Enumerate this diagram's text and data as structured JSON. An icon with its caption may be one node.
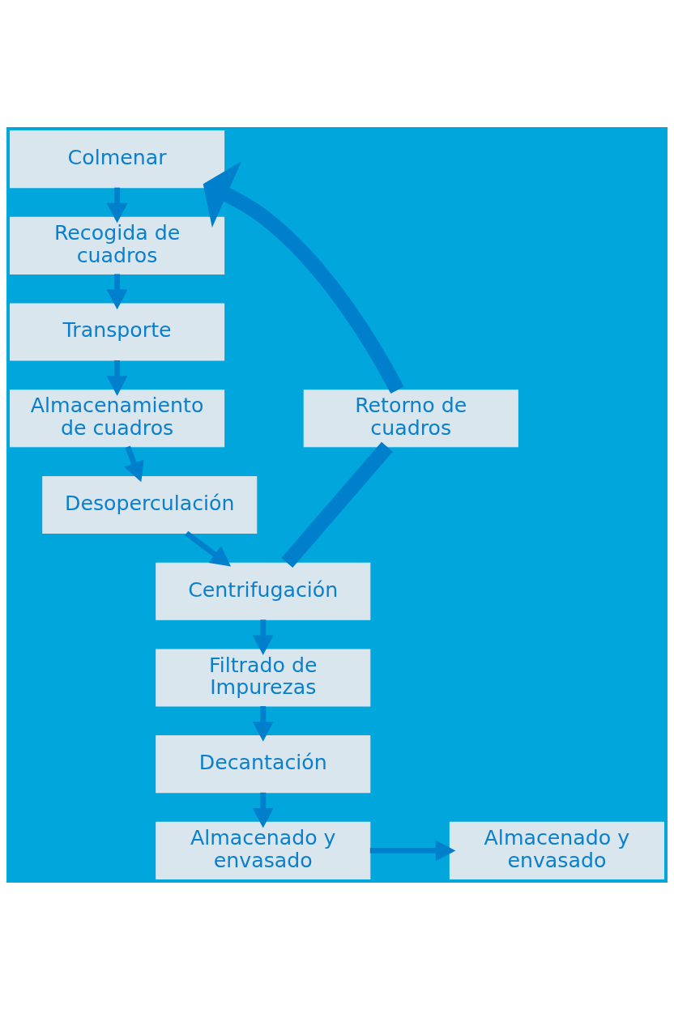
{
  "diagram": {
    "nodes": [
      {
        "text": [
          "Colmenar"
        ]
      },
      {
        "text": [
          "Recogida de cuadros"
        ]
      },
      {
        "text": [
          "Transporte"
        ]
      },
      {
        "text": [
          "Almacenamiento de cuadros"
        ]
      },
      {
        "text": [
          "Desoperculación"
        ]
      },
      {
        "text": [
          "Centrifugación"
        ]
      },
      {
        "text": [
          "Filtrado de Impurezas"
        ]
      },
      {
        "text": [
          "Decantación"
        ]
      },
      {
        "text": [
          "Almacenado y envasado"
        ]
      },
      {
        "text": [
          "Almacenado y envasado"
        ]
      },
      {
        "text": [
          "Retorno de cuadros"
        ]
      }
    ],
    "edges": [
      {
        "from": 0,
        "to": 1,
        "arrow": "to"
      },
      {
        "from": 1,
        "to": 2,
        "arrow": "to"
      },
      {
        "from": 2,
        "to": 3,
        "arrow": "to"
      },
      {
        "from": 3,
        "to": 4,
        "arrow": "to"
      },
      {
        "from": 4,
        "to": 5,
        "arrow": "to"
      },
      {
        "from": 5,
        "to": 6,
        "arrow": "to"
      },
      {
        "from": 6,
        "to": 7,
        "arrow": "to"
      },
      {
        "from": 7,
        "to": 8,
        "arrow": "to"
      },
      {
        "from": 8,
        "to": 9,
        "arrow": "to"
      },
      {
        "from": 5,
        "to": 10,
        "arrow": "none",
        "style": "thick"
      },
      {
        "from": 10,
        "to": 0,
        "arrow": "to",
        "style": "thick"
      }
    ]
  }
}
